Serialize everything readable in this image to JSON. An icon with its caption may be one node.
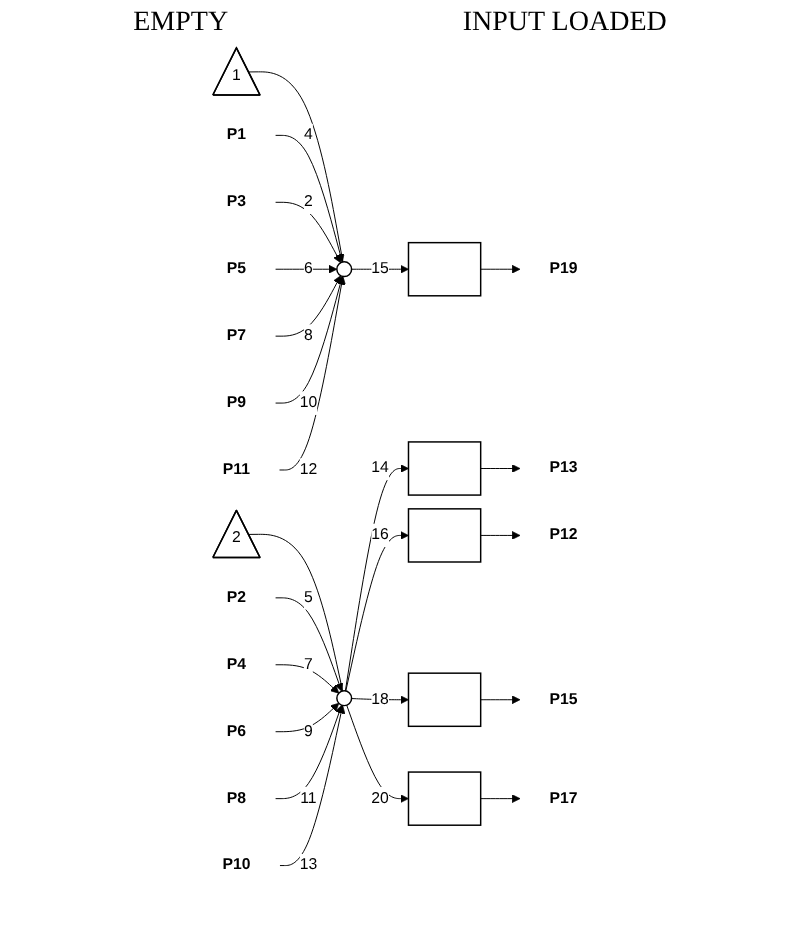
{
  "diagram": {
    "nodes": [
      {
        "text": [
          "1"
        ]
      },
      {
        "text": [
          "P1"
        ]
      },
      {
        "text": [
          "P3"
        ]
      },
      {
        "text": [
          "P5"
        ]
      },
      {
        "text": [
          "P7"
        ]
      },
      {
        "text": [
          "P9"
        ]
      },
      {
        "text": [
          "P11"
        ]
      },
      {
        "text": [],
        "shape": "circle"
      },
      {
        "text": [],
        "shape": "box"
      },
      {
        "text": [
          "P19"
        ]
      },
      {
        "text": [
          "2"
        ]
      },
      {
        "text": [
          "P2"
        ]
      },
      {
        "text": [
          "P4"
        ]
      },
      {
        "text": [
          "P6"
        ]
      },
      {
        "text": [
          "P8"
        ]
      },
      {
        "text": [
          "P10"
        ]
      },
      {
        "text": [],
        "shape": "circle"
      },
      {
        "text": [],
        "shape": "box"
      },
      {
        "text": [
          "P13"
        ]
      },
      {
        "text": [],
        "shape": "box"
      },
      {
        "text": [
          "P12"
        ]
      },
      {
        "text": [],
        "shape": "box"
      },
      {
        "text": [
          "P15"
        ]
      },
      {
        "text": [],
        "shape": "box"
      },
      {
        "text": [
          "P17"
        ]
      }
    ],
    "edges": [
      {
        "from": 0,
        "to": 7,
        "arrow": "none"
      },
      {
        "from": 1,
        "to": 7,
        "arrow": "to",
        "label": "4"
      },
      {
        "from": 2,
        "to": 7,
        "arrow": "to",
        "label": "2"
      },
      {
        "from": 3,
        "to": 7,
        "arrow": "to",
        "label": "6"
      },
      {
        "from": 4,
        "to": 7,
        "arrow": "to",
        "label": "8"
      },
      {
        "from": 5,
        "to": 7,
        "arrow": "to",
        "label": "10"
      },
      {
        "from": 6,
        "to": 7,
        "arrow": "to",
        "label": "12"
      },
      {
        "from": 7,
        "to": 8,
        "arrow": "to",
        "label": "15"
      },
      {
        "from": 8,
        "to": 9,
        "arrow": "to"
      },
      {
        "from": 10,
        "to": 16,
        "arrow": "none"
      },
      {
        "from": 11,
        "to": 16,
        "arrow": "to",
        "label": "5"
      },
      {
        "from": 12,
        "to": 16,
        "arrow": "to",
        "label": "7"
      },
      {
        "from": 13,
        "to": 16,
        "arrow": "to",
        "label": "9"
      },
      {
        "from": 14,
        "to": 16,
        "arrow": "to",
        "label": "11"
      },
      {
        "from": 15,
        "to": 16,
        "arrow": "to",
        "label": "13"
      },
      {
        "from": 16,
        "to": 17,
        "arrow": "to",
        "label": "14"
      },
      {
        "from": 16,
        "to": 19,
        "arrow": "to",
        "label": "16"
      },
      {
        "from": 16,
        "to": 21,
        "arrow": "to",
        "label": "18"
      },
      {
        "from": 16,
        "to": 23,
        "arrow": "to",
        "label": "20"
      },
      {
        "from": 17,
        "to": 18,
        "arrow": "to"
      },
      {
        "from": 19,
        "to": 20,
        "arrow": "to"
      },
      {
        "from": 21,
        "to": 22,
        "arrow": "to"
      },
      {
        "from": 23,
        "to": 24,
        "arrow": "to"
      }
    ],
    "labels": [
      "EMPTY",
      "INPUT LOADED"
    ]
  }
}
